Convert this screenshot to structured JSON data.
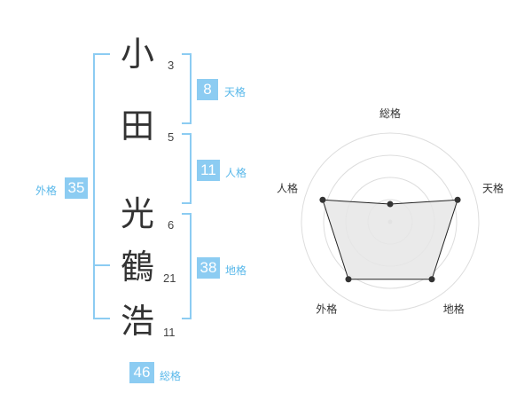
{
  "name": {
    "chars": [
      {
        "char": "小",
        "strokes": "3"
      },
      {
        "char": "田",
        "strokes": "5"
      },
      {
        "char": "光",
        "strokes": "6"
      },
      {
        "char": "鶴",
        "strokes": "21"
      },
      {
        "char": "浩",
        "strokes": "11"
      }
    ]
  },
  "kaku": {
    "tenkaku": {
      "label": "天格",
      "value": "8"
    },
    "jinkaku": {
      "label": "人格",
      "value": "11"
    },
    "chikaku": {
      "label": "地格",
      "value": "38"
    },
    "gaikaku": {
      "label": "外格",
      "value": "35"
    },
    "soukaku": {
      "label": "総格",
      "value": "46"
    }
  },
  "chart_data": {
    "type": "radar",
    "axes": [
      "総格",
      "天格",
      "地格",
      "外格",
      "人格"
    ],
    "values": [
      1,
      4,
      4,
      4,
      4
    ],
    "scale_max": 5,
    "rings": 4,
    "line_color": "#222222",
    "fill_color": "#e6e6e6"
  },
  "colors": {
    "accent": "#8cccf2",
    "accent_text": "#59b8ea"
  }
}
